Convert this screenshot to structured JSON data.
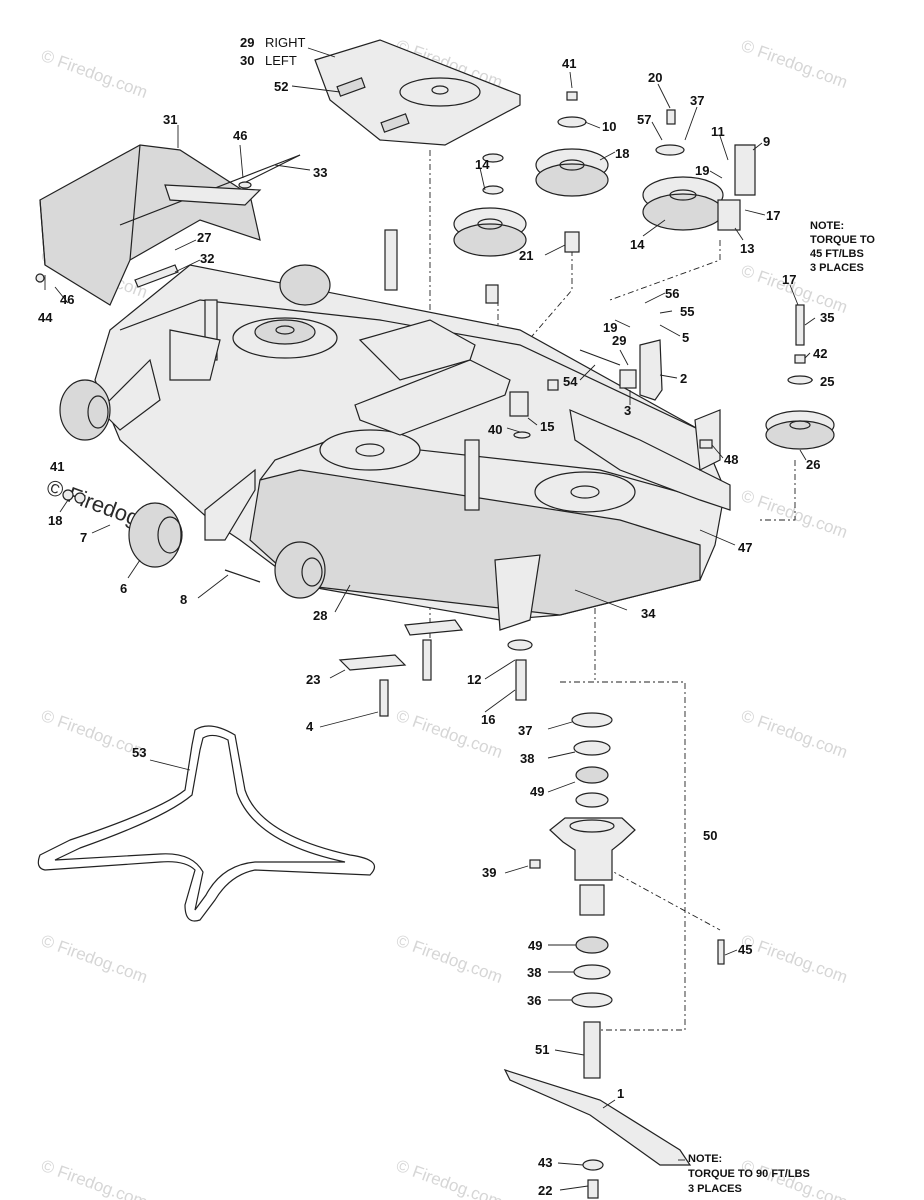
{
  "watermark": {
    "text": "© Firedog.com",
    "emphasized_text": "© Firedog.com"
  },
  "notes": {
    "spindle_torque": [
      "NOTE:",
      "TORQUE TO",
      "45 FT/LBS",
      "3 PLACES"
    ],
    "blade_torque": [
      "NOTE:",
      "TORQUE TO 90 FT/LBS",
      "3 PLACES"
    ]
  },
  "callouts": {
    "c1": "1",
    "c2": "2",
    "c3": "3",
    "c4": "4",
    "c5": "5",
    "c6": "6",
    "c7": "7",
    "c8": "8",
    "c9": "9",
    "c10": "10",
    "c11": "11",
    "c12": "12",
    "c13": "13",
    "c14a": "14",
    "c14b": "14",
    "c15": "15",
    "c16": "16",
    "c17a": "17",
    "c17b": "17",
    "c18a": "18",
    "c18b": "18",
    "c19a": "19",
    "c19b": "19",
    "c20": "20",
    "c21": "21",
    "c23": "23",
    "c25": "25",
    "c26": "26",
    "c27": "27",
    "c28": "28",
    "c29": "29",
    "c29r": "29",
    "c30l": "30",
    "c31": "31",
    "c32": "32",
    "c33": "33",
    "c34": "34",
    "c35": "35",
    "c36": "36",
    "c37a": "37",
    "c37b": "37",
    "c38a": "38",
    "c38b": "38",
    "c39": "39",
    "c40": "40",
    "c41a": "41",
    "c41b": "41",
    "c42": "42",
    "c43": "43",
    "c44": "44",
    "c45": "45",
    "c46a": "46",
    "c46b": "46",
    "c47": "47",
    "c48": "48",
    "c49a": "49",
    "c49b": "49",
    "c50": "50",
    "c51": "51",
    "c52": "52",
    "c53": "53",
    "c54": "54",
    "c55": "55",
    "c56": "56",
    "c57": "57",
    "c22": "22"
  },
  "side_labels": {
    "right": "RIGHT",
    "left": "LEFT"
  }
}
